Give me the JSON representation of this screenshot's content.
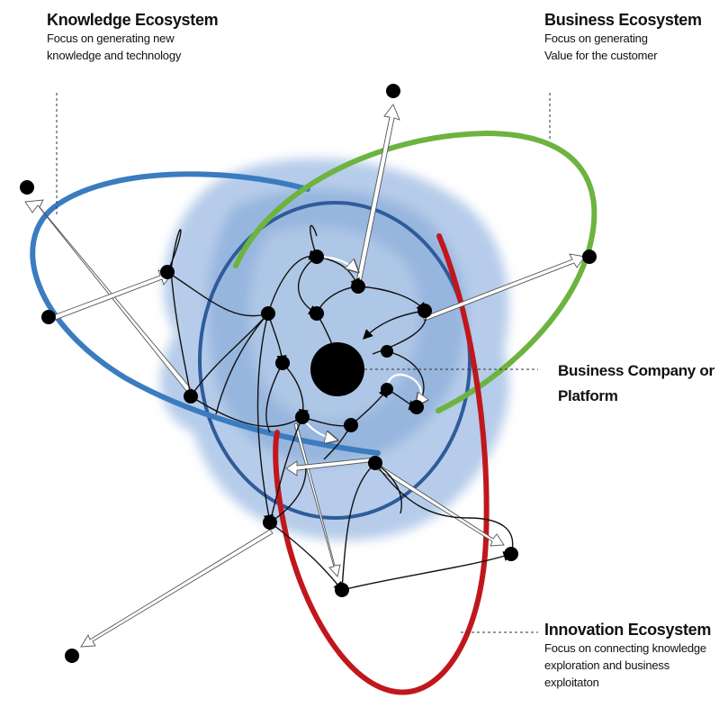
{
  "labels": {
    "knowledge": {
      "title": "Knowledge Ecosystem",
      "desc_line1": "Focus on generating new",
      "desc_line2": "knowledge and technology"
    },
    "business": {
      "title": "Business Ecosystem",
      "desc_line1": "Focus on generating",
      "desc_line2": "Value for the customer"
    },
    "company": {
      "line1": "Business Company or",
      "line2": "Platform"
    },
    "innovation": {
      "title": "Innovation Ecosystem",
      "desc_line1": "Focus on connecting knowledge",
      "desc_line2": "exploration and business",
      "desc_line3": "exploitaton"
    }
  },
  "colors": {
    "knowledge_ring": "#3b7cc0",
    "business_ring": "#6db33f",
    "innovation_ring": "#c0171d",
    "inner_circle": "#2f5b9a",
    "cloud": "#9dbbe0",
    "node": "#000000"
  }
}
